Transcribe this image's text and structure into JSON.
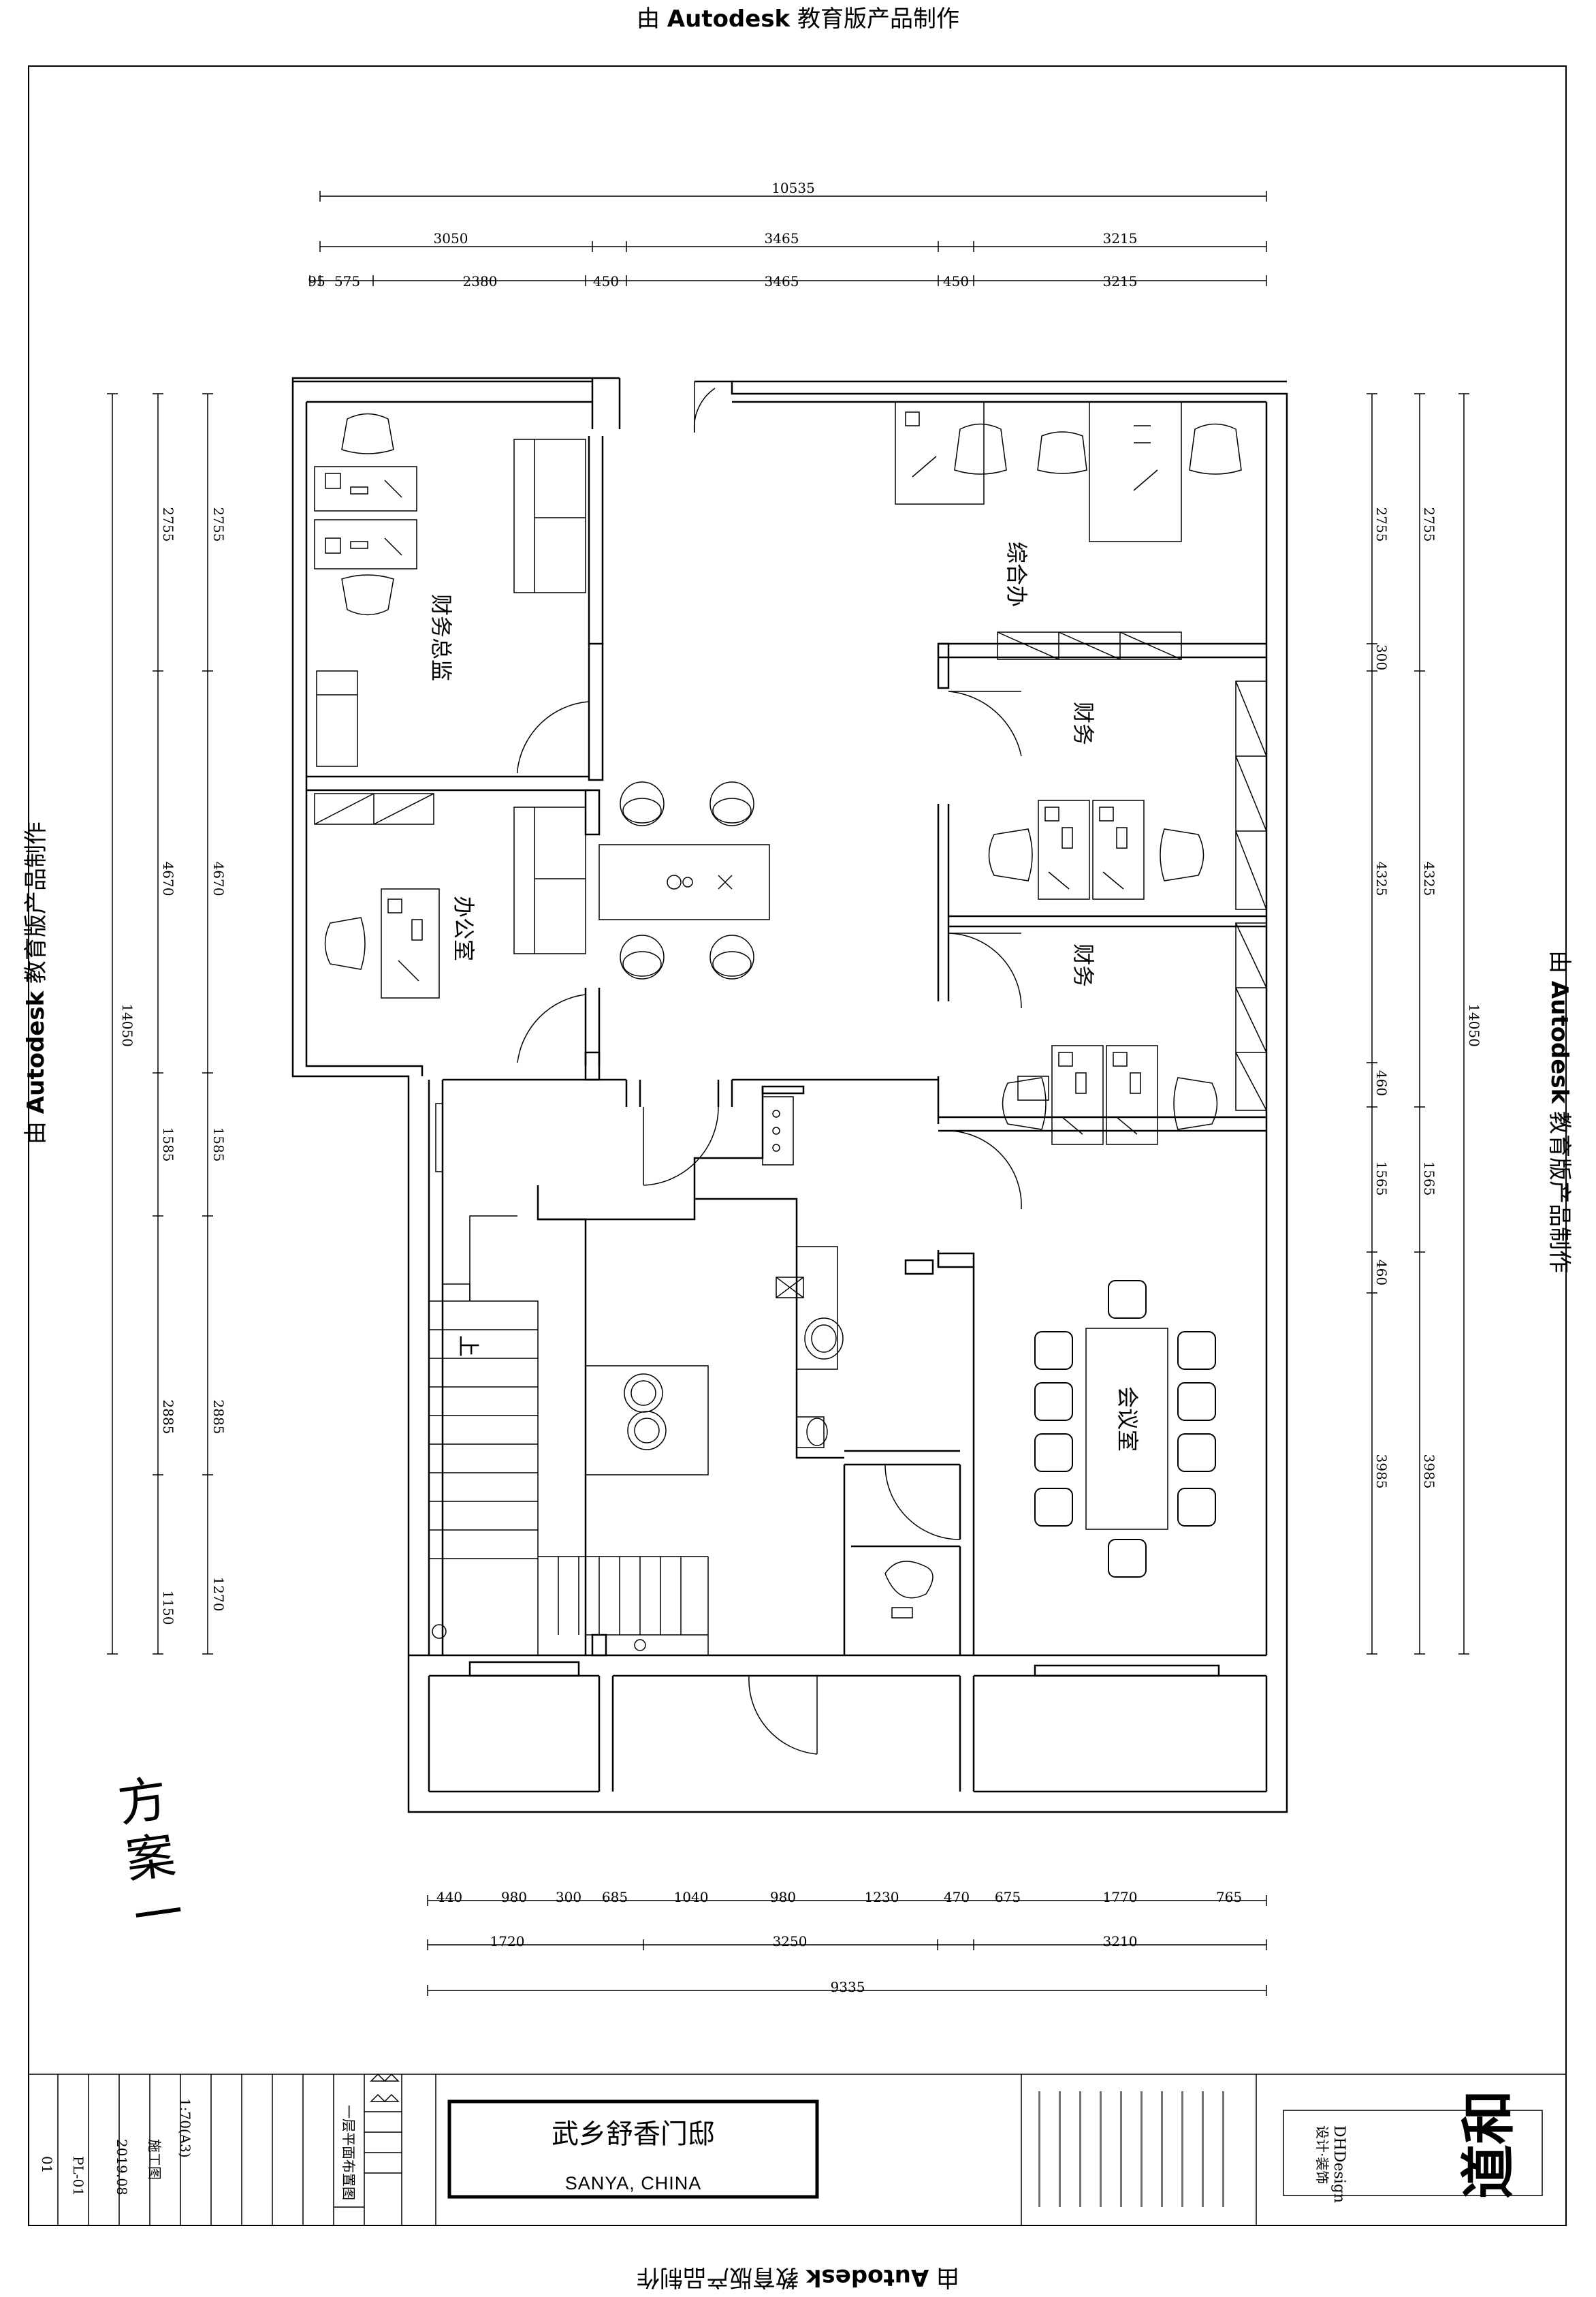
{
  "watermark": {
    "prefix": "由 ",
    "brand": "Autodesk",
    "suffix": " 教育版产品制作"
  },
  "plan": {
    "rooms": {
      "finance_director": "财务总监",
      "general_office": "综合办",
      "finance_1": "财务",
      "finance_2": "财务",
      "office": "办公室",
      "meeting_room": "会议室",
      "stair_up": "上"
    },
    "dims_top": {
      "total": "10535",
      "row2": [
        "3050",
        "3465",
        "3215"
      ],
      "row3": [
        "95",
        "575",
        "2380",
        "450",
        "3465",
        "450",
        "3215"
      ]
    },
    "dims_bottom": {
      "row1": [
        "440",
        "980",
        "300",
        "685",
        "1040",
        "980",
        "1230",
        "470",
        "675",
        "1770",
        "765"
      ],
      "row2": [
        "1720",
        "3250",
        "3210"
      ],
      "total": "9335"
    },
    "dims_left": {
      "inner": [
        "2755",
        "4670",
        "1585",
        "2885",
        "1270"
      ],
      "outer": [
        "2755",
        "4670",
        "1585",
        "2885",
        "1150"
      ],
      "total": "14050"
    },
    "dims_right": {
      "inner": [
        "2755",
        "300",
        "4325",
        "460",
        "1565",
        "460",
        "3985"
      ],
      "outer": [
        "2755",
        "4325",
        "1565",
        "3985"
      ],
      "total": "14050"
    }
  },
  "scheme_label": "方案一",
  "title_block": {
    "project_name": "武乡舒香门邸",
    "location": "SANYA, CHINA",
    "drawing_no": "PL-01",
    "date": "2019.08",
    "scale": "1:70(A3)",
    "stage": "施工图",
    "drawing_name": "一层平面布置图",
    "sheet": "01",
    "company": "DHDesign",
    "company_sub": "设计·装饰",
    "logo": "道和"
  }
}
